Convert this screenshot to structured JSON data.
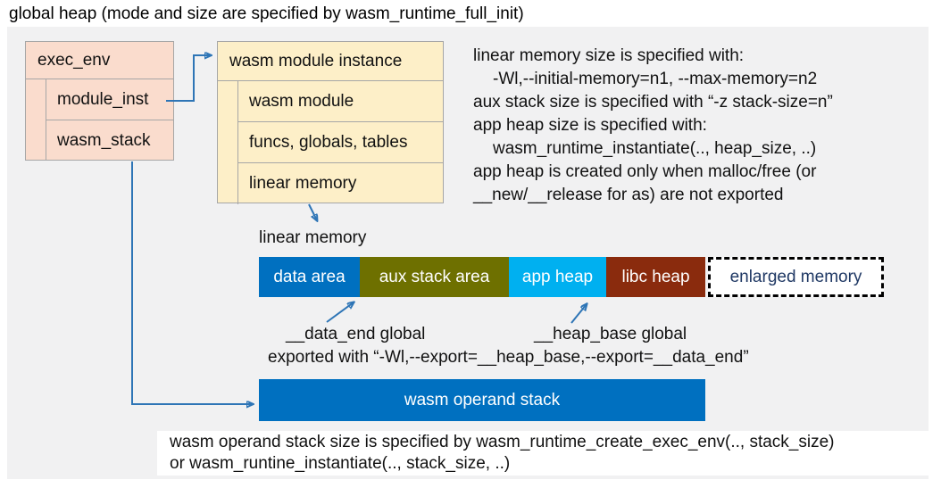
{
  "title": "global heap (mode and size are specified by wasm_runtime_full_init)",
  "colors": {
    "arrow_blue": "#2E75B6",
    "panel_gray": "#F1F1F2",
    "exec_env_fill": "#FADCCD",
    "module_fill": "#FDEFC8",
    "border_gray": "#A6A6A6",
    "data_area": "#0070C0",
    "aux_stack": "#6E7000",
    "app_heap": "#00B0F0",
    "libc_heap": "#8A2B0D",
    "enlarged_text": "#1F3864",
    "operand_stack": "#0070C0"
  },
  "exec_env": {
    "header": "exec_env",
    "rows": [
      "module_inst",
      "wasm_stack"
    ]
  },
  "module_instance": {
    "header": "wasm module instance",
    "rows": [
      "wasm module",
      "funcs, globals, tables",
      "linear memory"
    ]
  },
  "notes": {
    "lines": [
      {
        "text": "linear memory size is specified with:"
      },
      {
        "text": "-Wl,--initial-memory=n1, --max-memory=n2"
      },
      {
        "text": "aux stack size is specified with “-z stack-size=n”"
      },
      {
        "text": "app heap size is specified with:"
      },
      {
        "text": "wasm_runtime_instantiate(.., heap_size, ..)"
      },
      {
        "text": "app heap is created only when malloc/free (or"
      },
      {
        "text": "__new/__release for as) are not exported"
      }
    ]
  },
  "linear_memory": {
    "label": "linear memory",
    "segments": [
      {
        "label": "data area"
      },
      {
        "label": "aux stack area"
      },
      {
        "label": "app heap"
      },
      {
        "label": "libc heap"
      },
      {
        "label": "enlarged memory"
      }
    ]
  },
  "annotations": {
    "data_end": "__data_end global",
    "heap_base": "__heap_base global",
    "exported": "exported with “-Wl,--export=__heap_base,--export=__data_end”"
  },
  "operand_stack_label": "wasm operand stack",
  "footer": {
    "lines": [
      "wasm operand stack size is specified by wasm_runtime_create_exec_env(.., stack_size)",
      "or wasm_runtine_instantiate(.., stack_size, ..)"
    ]
  }
}
